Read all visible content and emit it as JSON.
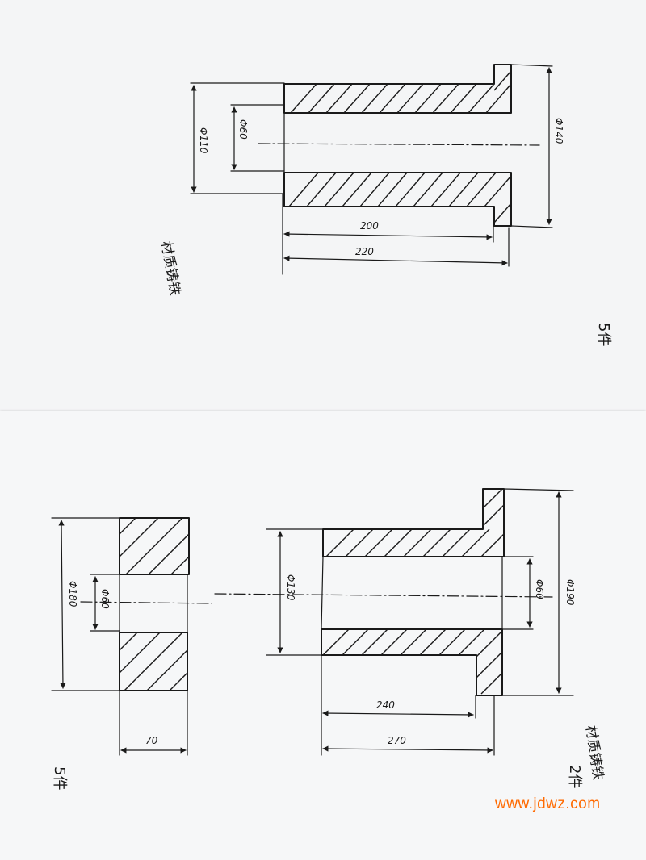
{
  "drawing_top": {
    "dim_outer_dia": "Φ110",
    "dim_inner_dia": "Φ60",
    "dim_flange_dia": "Φ140",
    "dim_len_inner": "200",
    "dim_len_total": "220",
    "note": "材质铸铁",
    "quantity": "5件"
  },
  "drawing_bottom_left": {
    "dim_outer_dia": "Φ180",
    "dim_inner_dia": "Φ60",
    "dim_width": "70",
    "quantity": "5件"
  },
  "drawing_bottom_right": {
    "dim_outer_dia": "Φ130",
    "dim_inner_dia": "Φ60",
    "dim_flange_dia": "Φ190",
    "dim_len_inner": "240",
    "dim_len_total": "270",
    "note": "材质铸铁",
    "quantity": "2件"
  },
  "watermark": "www.jdwz.com"
}
